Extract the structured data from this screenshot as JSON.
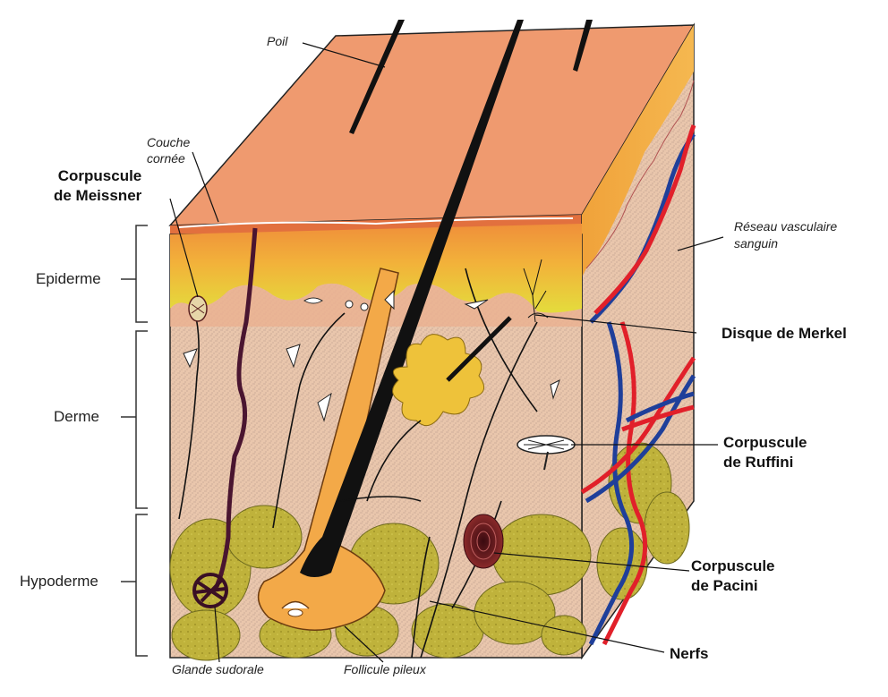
{
  "labels": {
    "poil": "Poil",
    "couche_line1": "Couche",
    "couche_line2": "cornée",
    "meissner_line1": "Corpuscule",
    "meissner_line2": "de Meissner",
    "epiderme": "Epiderme",
    "derme": "Derme",
    "hypoderme": "Hypoderme",
    "reseau_line1": "Réseau vasculaire",
    "reseau_line2": "sanguin",
    "merkel": "Disque de Merkel",
    "ruffini_line1": "Corpuscule",
    "ruffini_line2": "de Ruffini",
    "pacini_line1": "Corpuscule",
    "pacini_line2": "de Pacini",
    "nerfs": "Nerfs",
    "glande": "Glande sudorale",
    "follicule": "Follicule pileux"
  },
  "colors": {
    "skin_top": "#ee9a6e",
    "skin_edge": "#e2703e",
    "epidermis_orange": "#f0a23a",
    "epidermis_yellow": "#e6d53a",
    "dermis": "#e8c7ae",
    "fat": "#b9ad38",
    "follicle": "#f2a94a",
    "artery": "#e1202a",
    "vein": "#1f3f9a",
    "sweat_gland": "#4a1530"
  }
}
